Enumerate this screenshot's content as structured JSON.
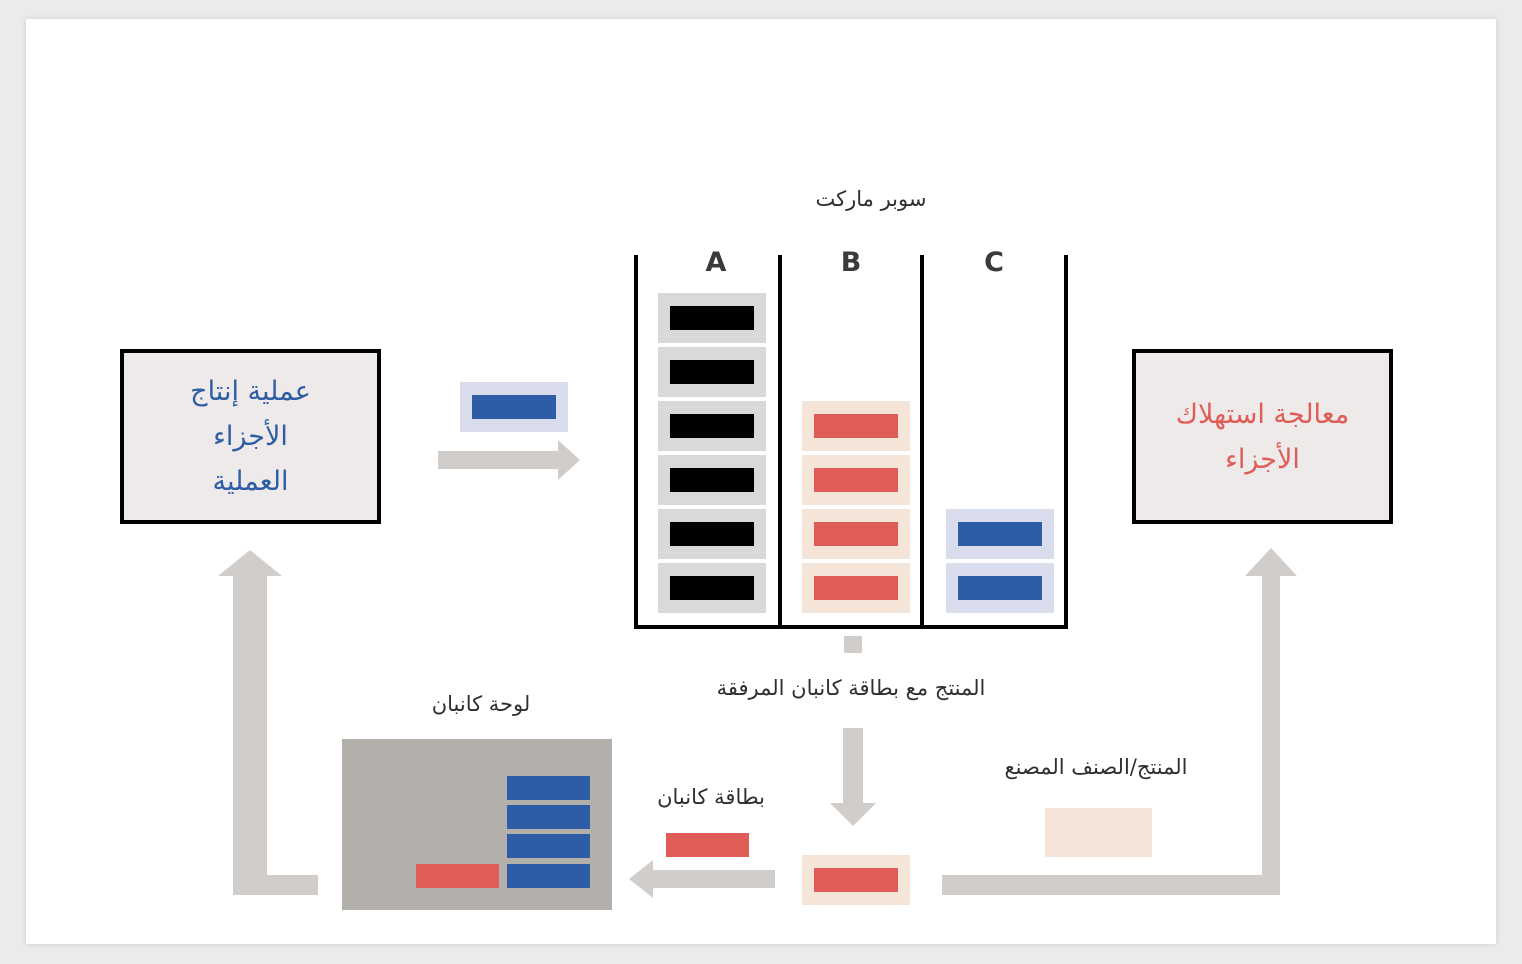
{
  "colors": {
    "blue": "#2e5da6",
    "blue_frame": "#d9dced",
    "red": "#e05c57",
    "red_frame": "#f5e5d9",
    "black": "#000000",
    "black_frame": "#d9d9d9",
    "arrow": "#d0cdca",
    "board": "#b3b0ac",
    "process_bg": "#eeeaea"
  },
  "supermarket": {
    "title": "سوبر ماركت",
    "columns": [
      {
        "label": "A",
        "items": 6,
        "color": "black"
      },
      {
        "label": "B",
        "items": 4,
        "color": "red"
      },
      {
        "label": "C",
        "items": 2,
        "color": "blue"
      }
    ]
  },
  "production_process": {
    "lines": [
      "عملية إنتاج",
      "الأجزاء",
      "العملية"
    ]
  },
  "consumption_process": {
    "lines": [
      "معالجة استهلاك",
      "الأجزاء"
    ]
  },
  "labels": {
    "product_with_kanban": "المنتج مع بطاقة كانبان المرفقة",
    "kanban_board": "لوحة كانبان",
    "kanban_card": "بطاقة كانبان",
    "manufactured_item": "المنتج/الصنف المصنع"
  },
  "kanban_board": {
    "blue_cards": 4,
    "red_cards": 1
  }
}
